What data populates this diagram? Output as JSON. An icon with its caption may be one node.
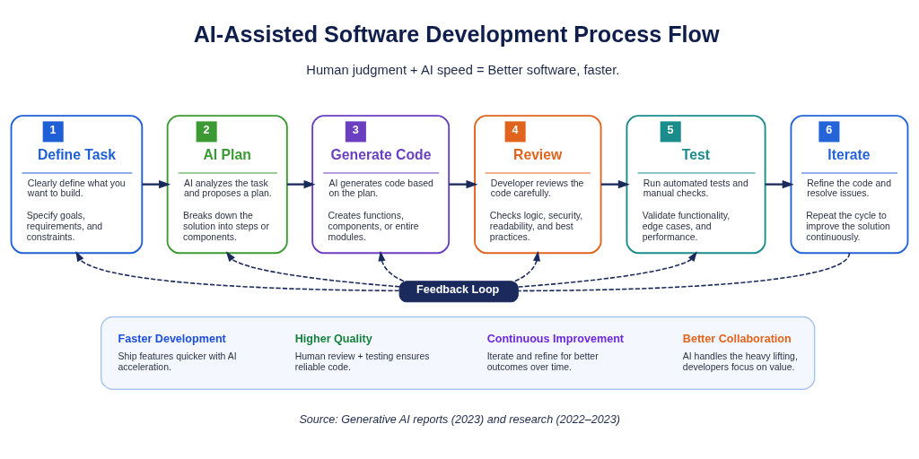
{
  "diagram": {
    "title": "AI-Assisted Software Development Process Flow",
    "caption": "Source: Generative AI reports (2023) and research (2022–2023)",
    "nodes": [
      {
        "text": [
          "1",
          "Define Task",
          "Clearly define what you want to build.",
          "Specify goals, requirements, and constraints."
        ]
      },
      {
        "text": [
          "2",
          "AI Plan",
          "AI analyzes the task and proposes a plan.",
          "Breaks down the solution into steps or components."
        ]
      },
      {
        "text": [
          "3",
          "Generate Code",
          "AI generates code based on the plan.",
          "Creates functions, components, or entire modules."
        ]
      },
      {
        "text": [
          "4",
          "Review",
          "Developer reviews the code carefully.",
          "Checks logic, security, readability, and best practices."
        ]
      },
      {
        "text": [
          "5",
          "Test",
          "Run automated tests and manual checks.",
          "Validate functionality, edge cases, and performance."
        ]
      },
      {
        "text": [
          "6",
          "Iterate",
          "Refine the code and resolve issues.",
          "Repeat the cycle to improve the solution continuously."
        ]
      },
      {
        "text": [
          "Feedback Loop"
        ]
      },
      {
        "text": [],
        "shape": "box"
      },
      {
        "text": [
          "Faster Development",
          "Ship features quicker with AI acceleration."
        ],
        "in": 7
      },
      {
        "text": [
          "Higher Quality",
          "Human review + testing ensures reliable code."
        ],
        "in": 7
      },
      {
        "text": [
          "Continuous Improvement",
          "Iterate and refine for better outcomes over time."
        ],
        "in": 7
      },
      {
        "text": [
          "Better Collaboration",
          "AI handles the heavy lifting, developers focus on value."
        ],
        "in": 7
      }
    ],
    "edges": [
      {
        "from": 0,
        "to": 1,
        "arrow": "to"
      },
      {
        "from": 1,
        "to": 2,
        "arrow": "to"
      },
      {
        "from": 2,
        "to": 3,
        "arrow": "to"
      },
      {
        "from": 3,
        "to": 4,
        "arrow": "to"
      },
      {
        "from": 4,
        "to": 5,
        "arrow": "to"
      },
      {
        "from": 5,
        "to": 6,
        "arrow": "none",
        "style": "dashed"
      },
      {
        "from": 6,
        "to": 0,
        "arrow": "to",
        "style": "dashed"
      },
      {
        "from": 6,
        "to": 1,
        "arrow": "to",
        "style": "dashed"
      },
      {
        "from": 6,
        "to": 2,
        "arrow": "to",
        "style": "dashed"
      },
      {
        "from": 6,
        "to": 3,
        "arrow": "to",
        "style": "dashed"
      },
      {
        "from": 6,
        "to": 4,
        "arrow": "to",
        "style": "dashed"
      }
    ],
    "labels": [
      "Human judgment + AI speed = Better software, faster."
    ]
  }
}
